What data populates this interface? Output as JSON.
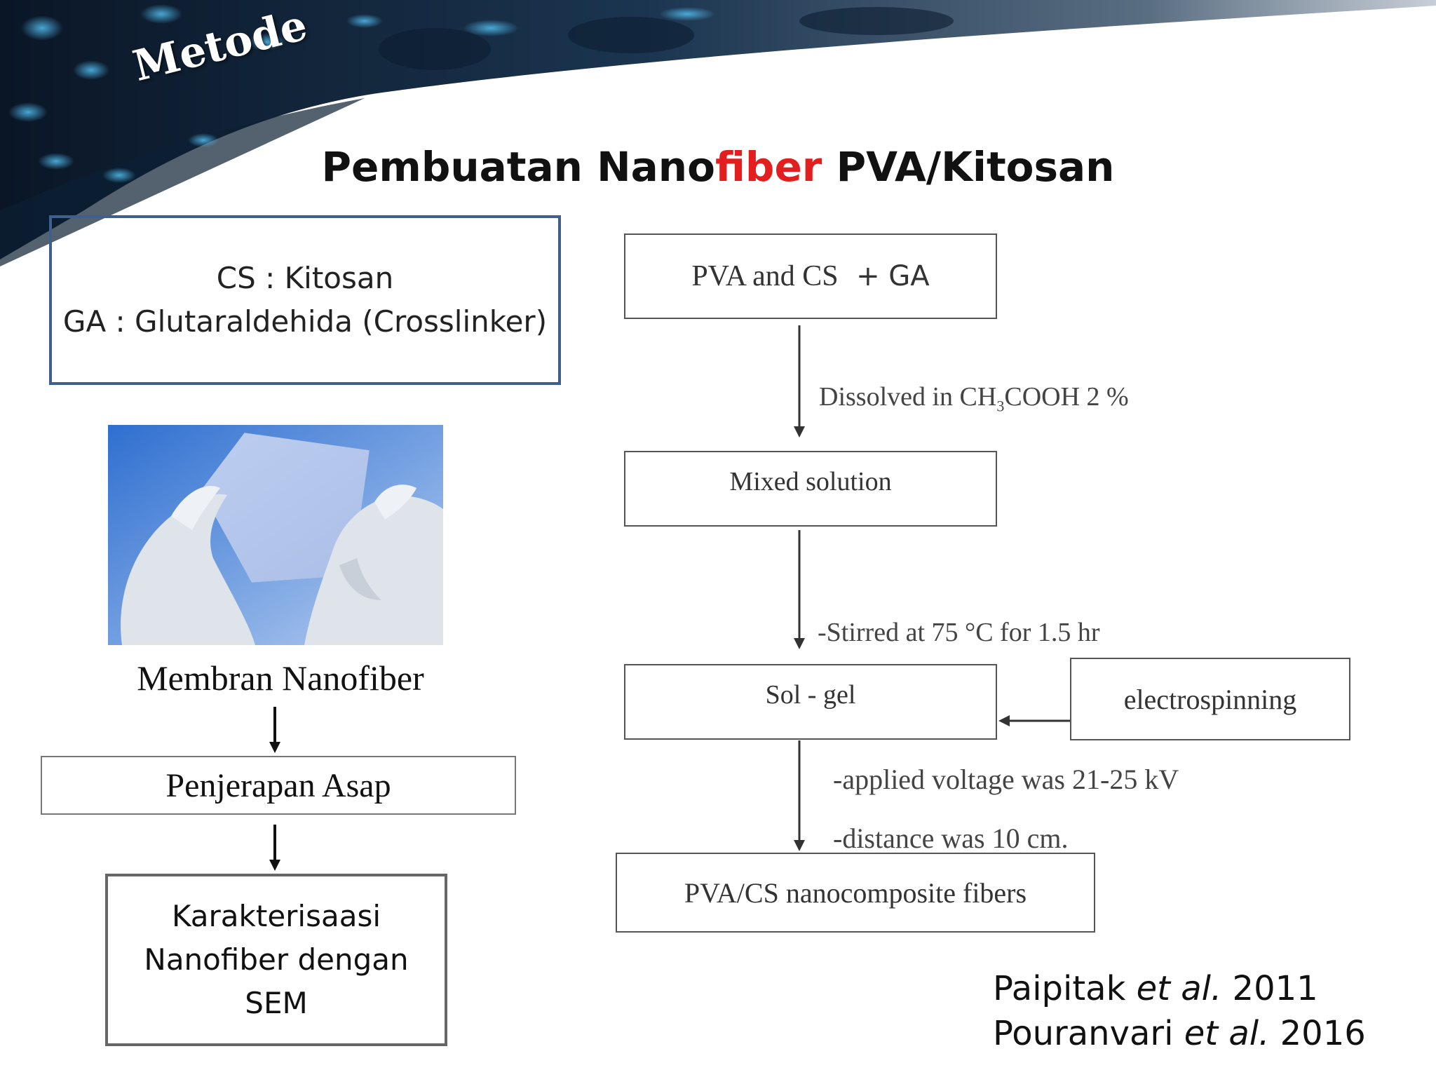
{
  "slide": {
    "section_label": "Metode",
    "title_part1": "Pembuatan Nano",
    "title_accent": "fiber",
    "title_part2": " PVA/Kitosan"
  },
  "legend": {
    "line1": "CS : Kitosan",
    "line2": "GA : Glutaraldehida (Crosslinker)"
  },
  "left_flow": {
    "photo_caption": "Membran Nanofiber",
    "step2": "Penjerapan Asap",
    "step3_lines": [
      "Karakterisaasi",
      "Nanofiber dengan",
      "SEM"
    ]
  },
  "right_flow": {
    "box1": {
      "pre": "PVA and CS",
      "post": "  + GA"
    },
    "step1_pre": "Dissolved in CH",
    "step1_sub": "3",
    "step1_post": "COOH 2 %",
    "box2": "Mixed solution",
    "step2": "-Stirred at 75 °C for 1.5 hr",
    "box3": "Sol - gel",
    "side_box": "electrospinning",
    "step3a": "-applied voltage was 21-25 kV",
    "step3b": "-distance was 10 cm.",
    "box4": "PVA/CS nanocomposite fibers"
  },
  "references": [
    {
      "author": "Paipitak ",
      "etal": "et al.",
      "year": " 2011"
    },
    {
      "author": "Pouranvari ",
      "etal": "et al.",
      "year": " 2016"
    }
  ],
  "colors": {
    "title_accent": "#e31e1e",
    "legend_border": "#3f5f8f",
    "banner_dark": "#0b1a2c"
  },
  "icons": {
    "photo": "gloved-hands-holding-membrane"
  }
}
